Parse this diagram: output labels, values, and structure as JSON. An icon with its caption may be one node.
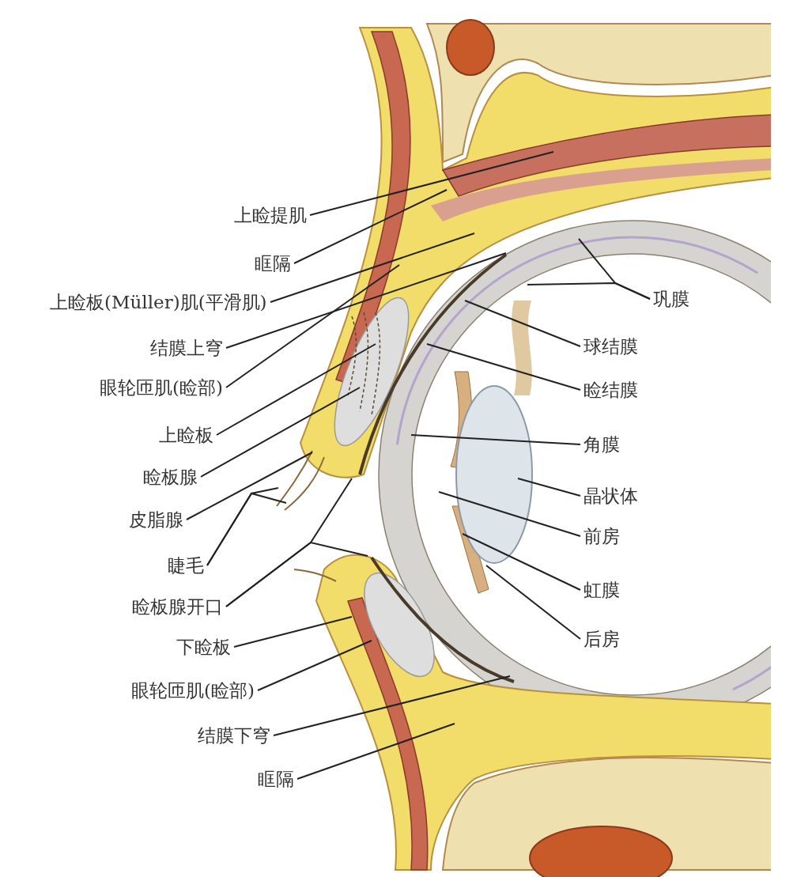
{
  "diagram": {
    "nodes": [
      {
        "text": [
          "上睑提肌"
        ]
      },
      {
        "text": [
          "眶隔"
        ]
      },
      {
        "text": [
          "上睑板(Müller)肌(平滑肌)"
        ]
      },
      {
        "text": [
          "结膜上穹"
        ]
      },
      {
        "text": [
          "眼轮匝肌(睑部)"
        ]
      },
      {
        "text": [
          "上睑板"
        ]
      },
      {
        "text": [
          "睑板腺"
        ]
      },
      {
        "text": [
          "皮脂腺"
        ]
      },
      {
        "text": [
          "睫毛"
        ]
      },
      {
        "text": [
          "睑板腺开口"
        ]
      },
      {
        "text": [
          "下睑板"
        ]
      },
      {
        "text": [
          "眼轮匝肌(睑部)"
        ]
      },
      {
        "text": [
          "结膜下穹"
        ]
      },
      {
        "text": [
          "眶隔"
        ]
      },
      {
        "text": [
          "巩膜"
        ]
      },
      {
        "text": [
          "球结膜"
        ]
      },
      {
        "text": [
          "睑结膜"
        ]
      },
      {
        "text": [
          "角膜"
        ]
      },
      {
        "text": [
          "晶状体"
        ]
      },
      {
        "text": [
          "前房"
        ]
      },
      {
        "text": [
          "虹膜"
        ]
      },
      {
        "text": [
          "后房"
        ]
      }
    ],
    "edges": [
      {
        "from": 0,
        "to": null,
        "arrow": "none"
      },
      {
        "from": 1,
        "to": null,
        "arrow": "none"
      },
      {
        "from": 2,
        "to": null,
        "arrow": "none"
      },
      {
        "from": 3,
        "to": null,
        "arrow": "none"
      },
      {
        "from": 4,
        "to": null,
        "arrow": "none"
      },
      {
        "from": 5,
        "to": null,
        "arrow": "none"
      },
      {
        "from": 6,
        "to": null,
        "arrow": "none"
      },
      {
        "from": 7,
        "to": null,
        "arrow": "none"
      },
      {
        "from": 8,
        "to": null,
        "arrow": "none"
      },
      {
        "from": 8,
        "to": null,
        "arrow": "none"
      },
      {
        "from": 9,
        "to": null,
        "arrow": "none"
      },
      {
        "from": 9,
        "to": null,
        "arrow": "none"
      },
      {
        "from": 10,
        "to": null,
        "arrow": "none"
      },
      {
        "from": 11,
        "to": null,
        "arrow": "none"
      },
      {
        "from": 12,
        "to": null,
        "arrow": "none"
      },
      {
        "from": 13,
        "to": null,
        "arrow": "none"
      },
      {
        "from": 14,
        "to": null,
        "arrow": "none"
      },
      {
        "from": 14,
        "to": null,
        "arrow": "none"
      },
      {
        "from": 15,
        "to": null,
        "arrow": "none"
      },
      {
        "from": 16,
        "to": null,
        "arrow": "none"
      },
      {
        "from": 17,
        "to": null,
        "arrow": "none"
      },
      {
        "from": 18,
        "to": null,
        "arrow": "none"
      },
      {
        "from": 19,
        "to": null,
        "arrow": "none"
      },
      {
        "from": 20,
        "to": null,
        "arrow": "none"
      },
      {
        "from": 21,
        "to": null,
        "arrow": "none"
      }
    ]
  }
}
